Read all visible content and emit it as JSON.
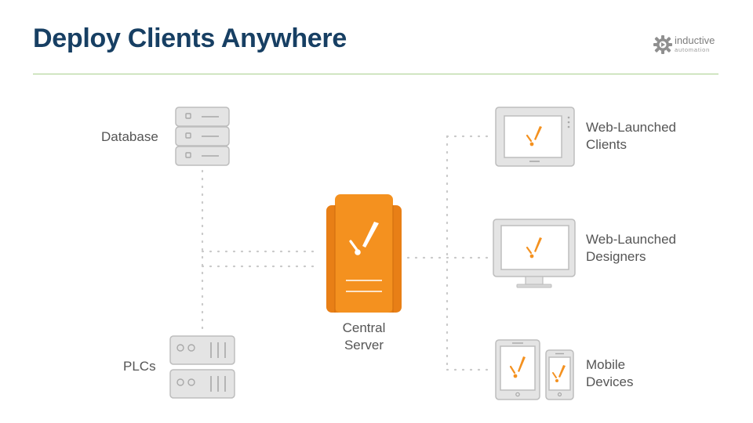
{
  "title": "Deploy Clients Anywhere",
  "logo": {
    "line1": "inductive",
    "line2": "automation",
    "icon": "gear-icon"
  },
  "nodes": {
    "database": {
      "label": "Database",
      "icon": "database-server-icon"
    },
    "plcs": {
      "label": "PLCs",
      "icon": "plc-device-icon"
    },
    "central": {
      "line1": "Central",
      "line2": "Server",
      "icon": "server-tower-icon"
    },
    "clients": {
      "line1": "Web-Launched",
      "line2": "Clients",
      "icon": "touch-panel-icon"
    },
    "designers": {
      "line1": "Web-Launched",
      "line2": "Designers",
      "icon": "desktop-monitor-icon"
    },
    "mobile": {
      "line1": "Mobile",
      "line2": "Devices",
      "icon": "tablet-phone-icon"
    }
  },
  "colors": {
    "title": "#173f63",
    "accent": "#f4911f",
    "rule": "#a8cf8c",
    "device_gray": "#bdbdbd",
    "connector": "#c9c9c9"
  }
}
